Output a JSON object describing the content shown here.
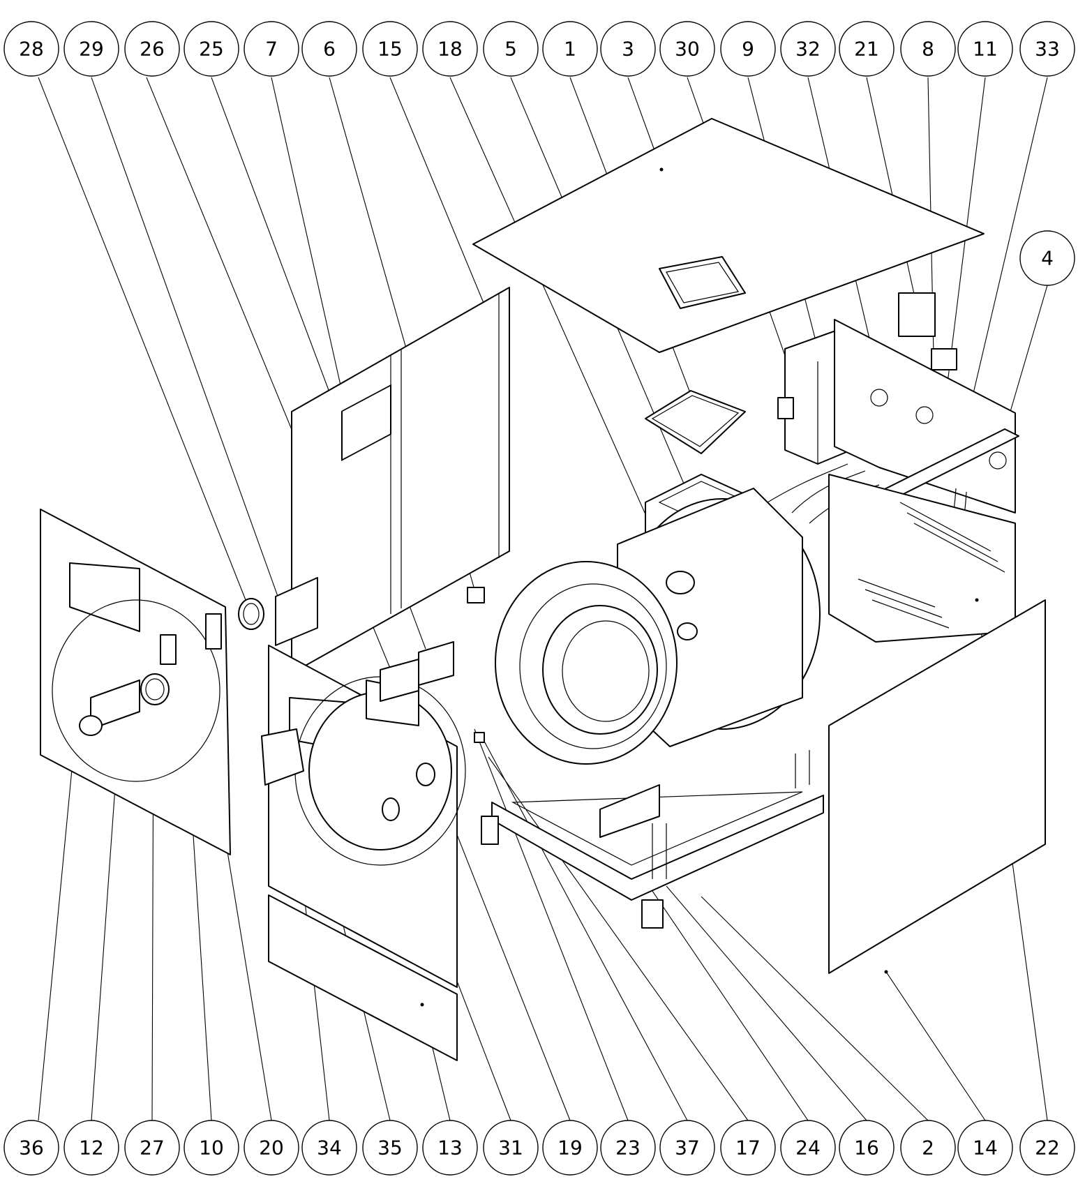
{
  "callouts": {
    "top": [
      "28",
      "29",
      "26",
      "25",
      "7",
      "6",
      "15",
      "18",
      "5",
      "1",
      "3",
      "30",
      "9",
      "32",
      "21",
      "8",
      "11",
      "33"
    ],
    "side": [
      "4"
    ],
    "bottom": [
      "36",
      "12",
      "27",
      "10",
      "20",
      "34",
      "35",
      "13",
      "31",
      "19",
      "23",
      "37",
      "17",
      "24",
      "16",
      "2",
      "14",
      "22"
    ]
  }
}
